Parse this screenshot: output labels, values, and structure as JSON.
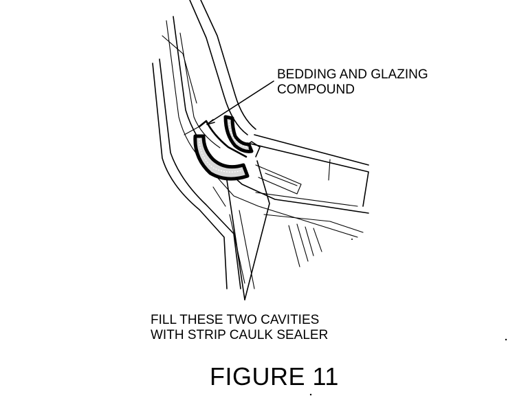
{
  "figure": {
    "callout_bedding": [
      "BEDDING AND GLAZING",
      "COMPOUND"
    ],
    "callout_caulk": [
      "FILL THESE TWO CAVITIES",
      "WITH STRIP CAULK SEALER"
    ],
    "caption": "FIGURE 11"
  }
}
